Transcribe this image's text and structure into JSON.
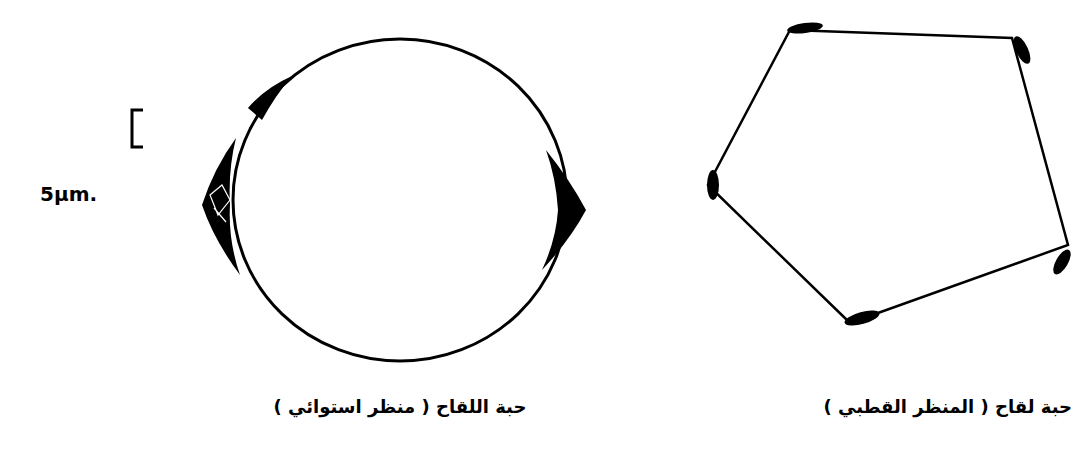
{
  "diagram": {
    "labels": [
      "5μm.",
      "حبة اللقاح ( منظر استوائي )",
      "حبة لقاح ( المنظر القطبي )"
    ]
  }
}
